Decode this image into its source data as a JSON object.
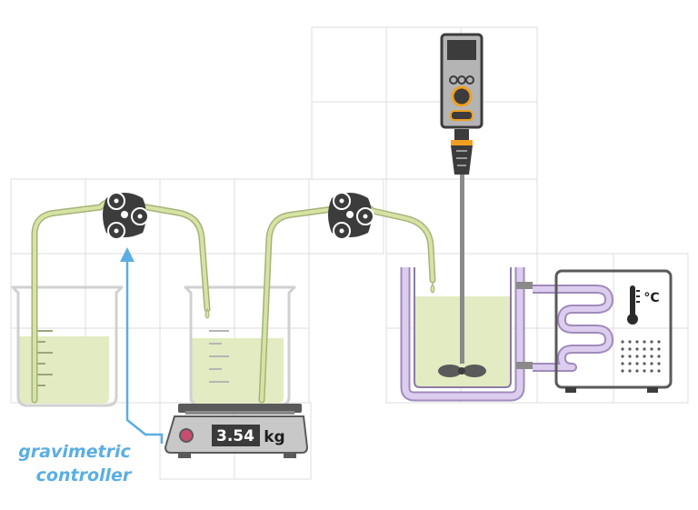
{
  "scale": {
    "reading": "3.54",
    "unit": "kg"
  },
  "chiller": {
    "unit_label": "°C"
  },
  "annotation": {
    "line1": "gravimetric",
    "line2": "controller"
  },
  "colors": {
    "liquid": "#e2ebc1",
    "tube": "#d6e3a3",
    "tube_outline": "#a5b37a",
    "jacket": "#dccdee",
    "jacket_outline": "#a08abd",
    "annotation": "#5aaee3",
    "grid": "#dcdcdc",
    "dark": "#3c3c3c",
    "accent_orange": "#f0a020",
    "display_bg": "#3a3a3a",
    "device_gray": "#c8c8c8"
  },
  "icons": [
    "peristaltic-pump-icon",
    "thermometer-icon",
    "stirrer-motor-icon",
    "balance-icon"
  ]
}
